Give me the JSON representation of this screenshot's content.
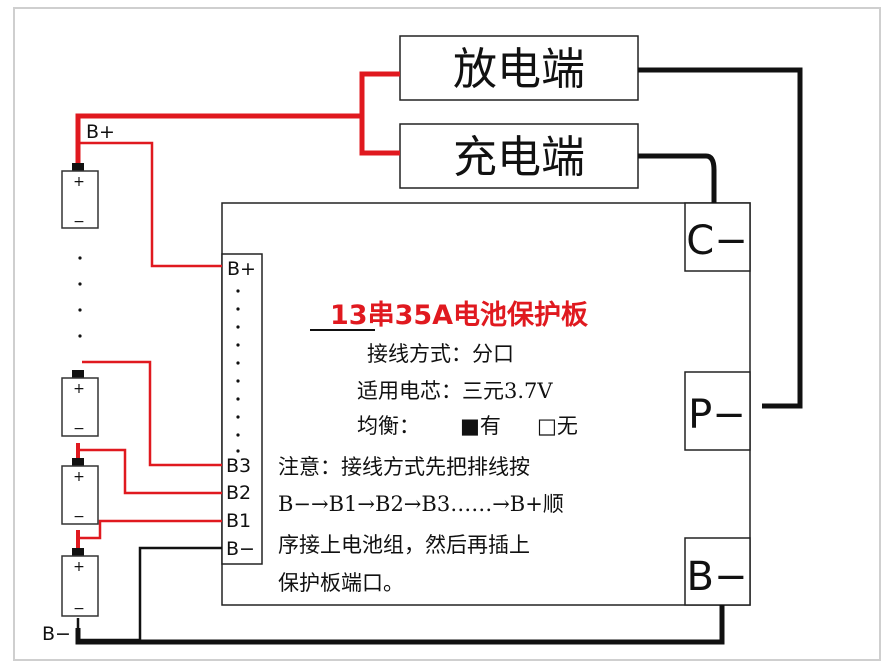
{
  "terminals": {
    "discharge": "放电端",
    "charge": "充电端",
    "c_minus": "C−",
    "p_minus": "P−",
    "b_minus_port": "B−"
  },
  "left_labels": {
    "b_plus": "B+",
    "b_minus": "B−"
  },
  "connector": {
    "pins": [
      "B+",
      "B3",
      "B2",
      "B1",
      "B−"
    ]
  },
  "board": {
    "title": "13串35A电池保护板",
    "wiring_label": "接线方式：分口",
    "cell_label": "适用电芯：三元3.7V",
    "balance_label": "均衡：",
    "balance_yes": "■有",
    "balance_no": "□无",
    "note": [
      "注意：接线方式先把排线按",
      "B−→B1→B2→B3……→B+顺",
      "序接上电池组，然后再插上",
      "保护板端口。"
    ]
  },
  "cell_symbols": {
    "plus": "+",
    "minus": "−"
  },
  "colors": {
    "red_wire": "#e0191f",
    "black_wire": "#111111",
    "light_red_wire": "#f08a8a"
  }
}
